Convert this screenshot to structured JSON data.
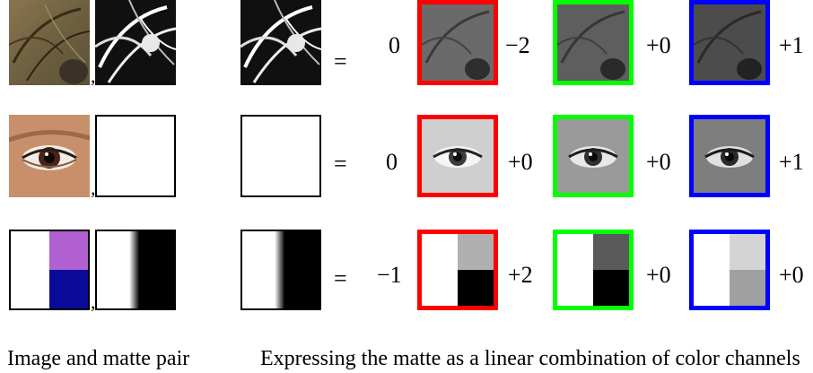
{
  "rows": [
    {
      "name": "hair",
      "pair_separator": ",",
      "equals": "=",
      "constant": "0",
      "red_coef": "−2",
      "green_coef": "+0",
      "blue_coef": "+1"
    },
    {
      "name": "eye",
      "pair_separator": ",",
      "equals": "=",
      "constant": "0",
      "red_coef": "+0",
      "green_coef": "+0",
      "blue_coef": "+1"
    },
    {
      "name": "synthetic",
      "pair_separator": ",",
      "equals": "=",
      "constant": "−1",
      "red_coef": "+2",
      "green_coef": "+0",
      "blue_coef": "+0"
    }
  ],
  "captions": {
    "left": "Image and matte pair",
    "right": "Expressing the matte as a linear combination of color channels"
  },
  "colors": {
    "red_channel_border": "#ff0000",
    "green_channel_border": "#00ff00",
    "blue_channel_border": "#0000ff",
    "synthetic_purple": "#b060d0",
    "synthetic_navy": "#0a0a9a"
  }
}
